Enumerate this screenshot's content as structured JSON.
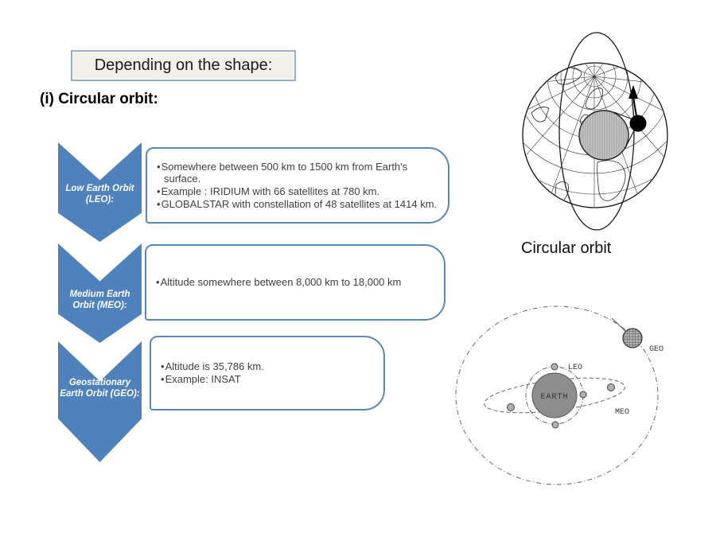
{
  "slide": {
    "title": "Depending on the shape:",
    "heading": "(i) Circular orbit:"
  },
  "colors": {
    "accent_blue": "#4f81bd",
    "box_border_blue": "#5b86b8",
    "title_box_bg": "#f2f0e8",
    "title_box_border": "#94aed1"
  },
  "orbit_list": {
    "items": [
      {
        "label": "Low Earth Orbit (LEO):",
        "bullets": [
          "Somewhere between 500 km to 1500 km from Earth's surface.",
          "Example : IRIDIUM with 66 satellites at 780 km.",
          "GLOBALSTAR with constellation of 48 satellites at 1414 km."
        ]
      },
      {
        "label": "Medium Earth Orbit (MEO):",
        "bullets": [
          "Altitude somewhere between 8,000 km to 18,000 km"
        ]
      },
      {
        "label": "Geostationary Earth Orbit (GEO):",
        "bullets": [
          "Altitude is 35,786 km.",
          "Example: INSAT"
        ]
      }
    ]
  },
  "globe_figure": {
    "caption": "Circular orbit"
  },
  "orbit_diagram": {
    "earth_label": "EARTH",
    "leo_label": "LEO",
    "meo_label": "MEO",
    "geo_label": "GEO"
  }
}
